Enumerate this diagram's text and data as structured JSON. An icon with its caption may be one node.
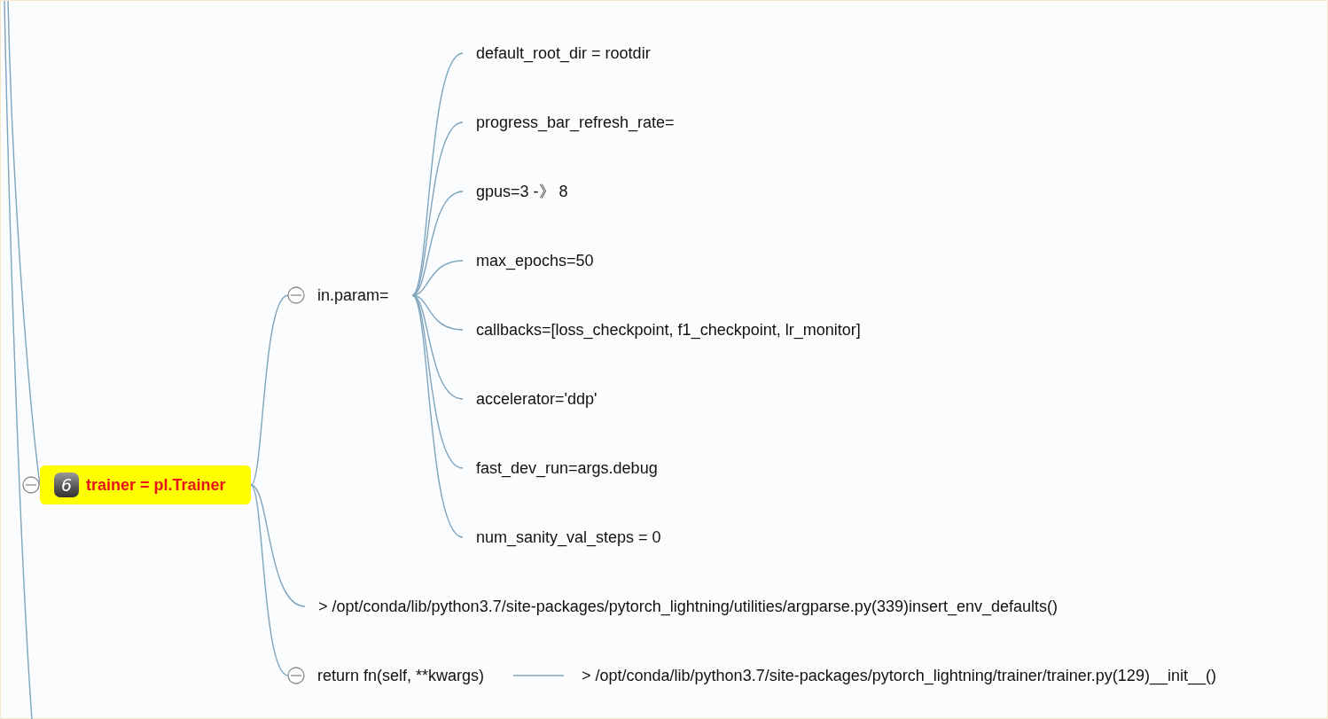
{
  "diagram": {
    "nodes": [
      {
        "text": [
          "6",
          "trainer = pl.Trainer"
        ]
      },
      {
        "text": [
          "in.param="
        ]
      },
      {
        "text": [
          "default_root_dir = rootdir"
        ]
      },
      {
        "text": [
          "progress_bar_refresh_rate="
        ]
      },
      {
        "text": [
          "gpus=3 -》 8"
        ]
      },
      {
        "text": [
          "max_epochs=50"
        ]
      },
      {
        "text": [
          "callbacks=[loss_checkpoint, f1_checkpoint, lr_monitor]"
        ]
      },
      {
        "text": [
          "accelerator='ddp'"
        ]
      },
      {
        "text": [
          "fast_dev_run=args.debug"
        ]
      },
      {
        "text": [
          "num_sanity_val_steps = 0"
        ]
      },
      {
        "text": [
          "> /opt/conda/lib/python3.7/site-packages/pytorch_lightning/utilities/argparse.py(339)insert_env_defaults()"
        ]
      },
      {
        "text": [
          "return fn(self, **kwargs)"
        ]
      },
      {
        "text": [
          "> /opt/conda/lib/python3.7/site-packages/pytorch_lightning/trainer/trainer.py(129)__init__()"
        ]
      }
    ],
    "edges": [
      {
        "from": null,
        "to": 0,
        "arrow": "none"
      },
      {
        "from": 0,
        "to": 1,
        "arrow": "none"
      },
      {
        "from": 1,
        "to": 2,
        "arrow": "none"
      },
      {
        "from": 1,
        "to": 3,
        "arrow": "none"
      },
      {
        "from": 1,
        "to": 4,
        "arrow": "none"
      },
      {
        "from": 1,
        "to": 5,
        "arrow": "none"
      },
      {
        "from": 1,
        "to": 6,
        "arrow": "none"
      },
      {
        "from": 1,
        "to": 7,
        "arrow": "none"
      },
      {
        "from": 1,
        "to": 8,
        "arrow": "none"
      },
      {
        "from": 1,
        "to": 9,
        "arrow": "none"
      },
      {
        "from": 0,
        "to": 10,
        "arrow": "none"
      },
      {
        "from": 0,
        "to": 11,
        "arrow": "none"
      },
      {
        "from": 11,
        "to": 12,
        "arrow": "none"
      }
    ]
  }
}
